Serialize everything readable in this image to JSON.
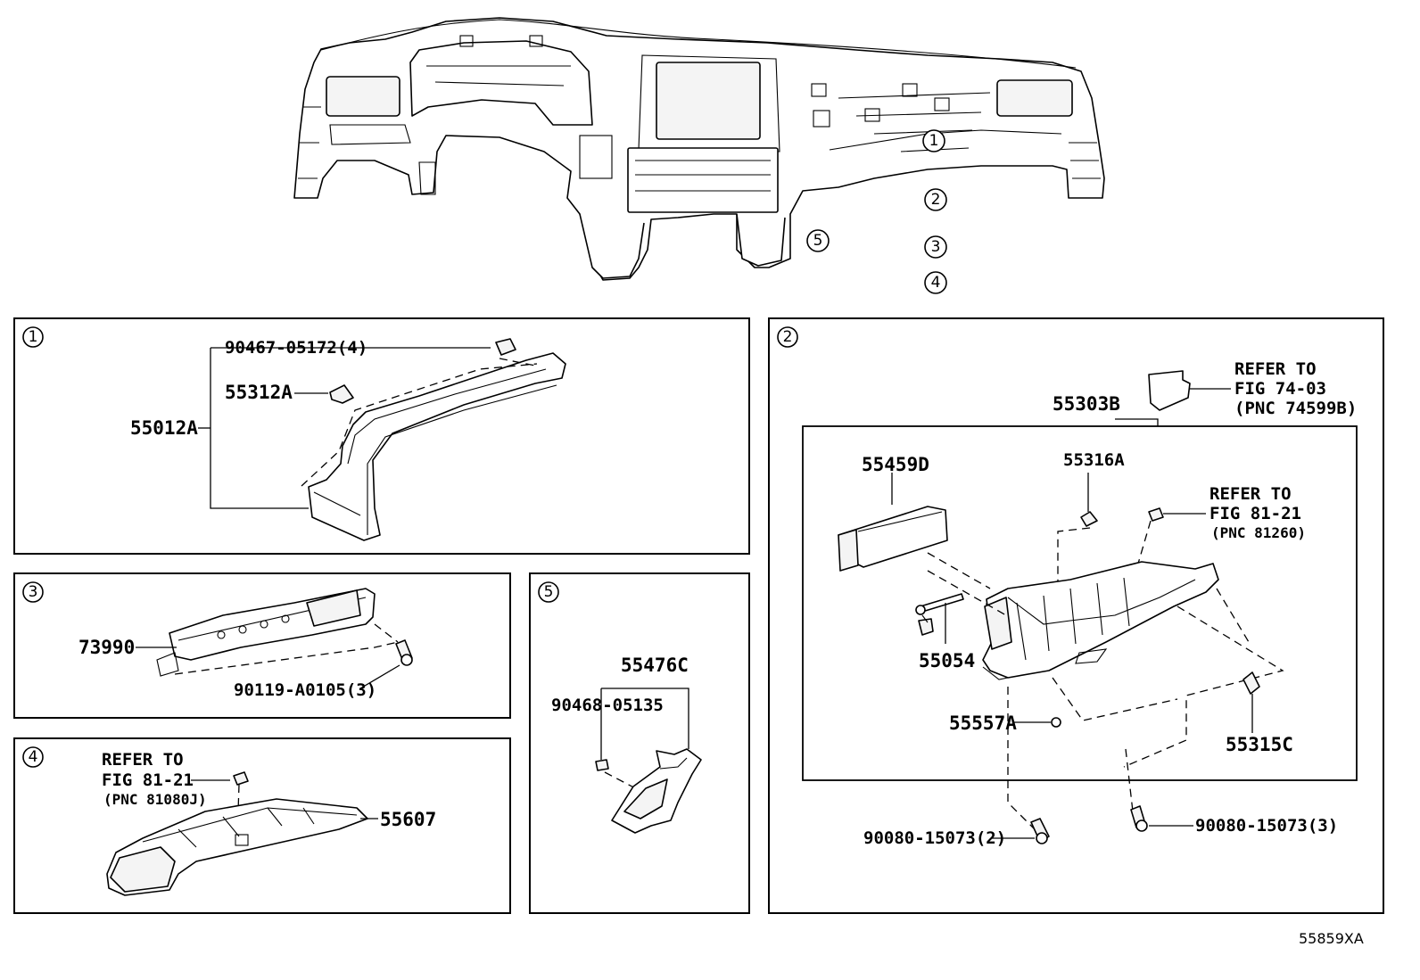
{
  "callouts": {
    "c1": "1",
    "c2": "2",
    "c3": "3",
    "c4": "4",
    "c5": "5"
  },
  "panel1": {
    "label_90467": "90467-05172(4)",
    "label_55312a": "55312A",
    "label_55012a": "55012A"
  },
  "panel2": {
    "label_55303b": "55303B",
    "refer1_line1": "REFER TO",
    "refer1_line2": "FIG 74-03",
    "refer1_line3": "(PNC 74599B)",
    "label_55459d": "55459D",
    "label_55316a": "55316A",
    "refer2_line1": "REFER TO",
    "refer2_line2": "FIG 81-21",
    "refer2_line3": "(PNC 81260)",
    "label_55054": "55054",
    "label_55557a": "55557A",
    "label_55315c": "55315C",
    "label_90080_2": "90080-15073(2)",
    "label_90080_3": "90080-15073(3)"
  },
  "panel3": {
    "label_73990": "73990",
    "label_90119": "90119-A0105(3)"
  },
  "panel4": {
    "refer_line1": "REFER TO",
    "refer_line2": "FIG 81-21",
    "refer_line3": "(PNC 81080J)",
    "label_55607": "55607"
  },
  "panel5": {
    "label_55476c": "55476C",
    "label_90468": "90468-05135"
  },
  "figure_code": "55859XA"
}
